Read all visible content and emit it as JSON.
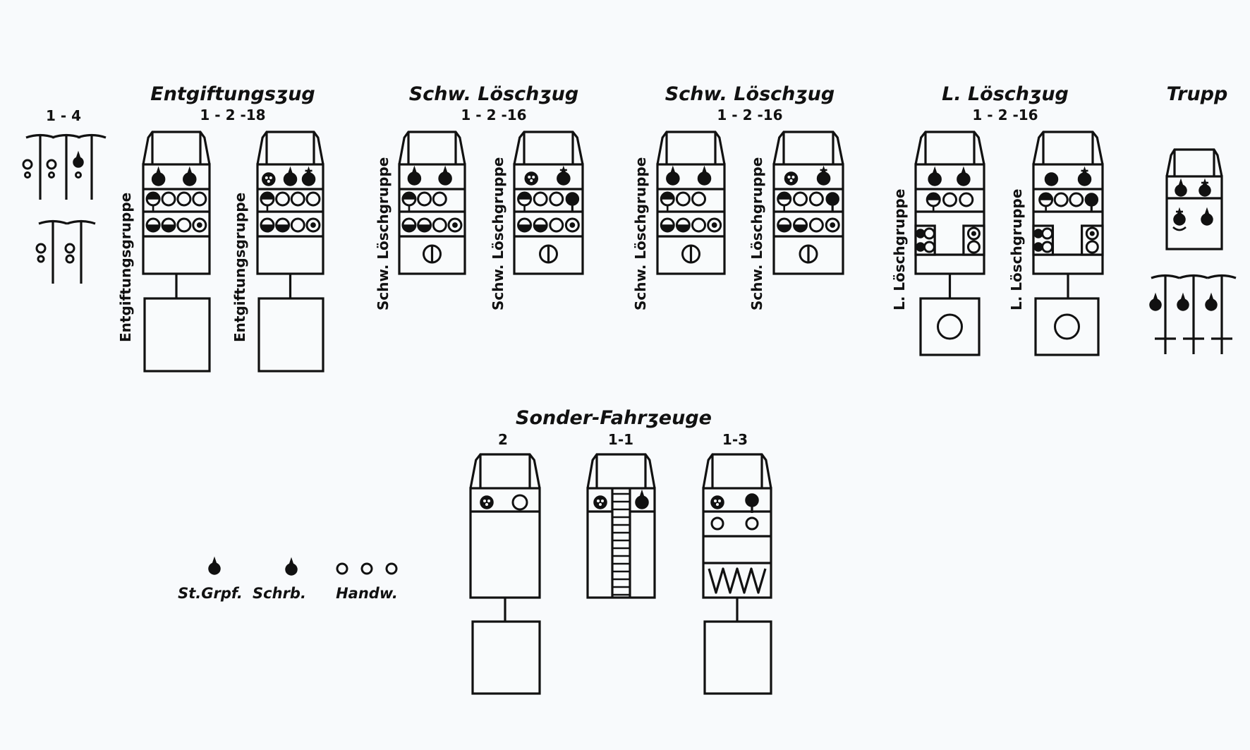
{
  "diagram": {
    "groups": [
      {
        "id": "entgiftungszug",
        "title": "Entgiftungsʒug",
        "strength": "1 - 2 -18",
        "vehicle_label": "Entgiftungsgruppe"
      },
      {
        "id": "schw-loeschzug-1",
        "title": "Schw. Löschʒug",
        "strength": "1 - 2 -16",
        "vehicle_label": "Schw. Löschgruppe"
      },
      {
        "id": "schw-loeschzug-2",
        "title": "Schw. Löschʒug",
        "strength": "1 - 2 -16",
        "vehicle_label": "Schw. Löschgruppe"
      },
      {
        "id": "l-loeschzug",
        "title": "L. Löschʒug",
        "strength": "1 - 2 -16",
        "vehicle_label": "L. Löschgruppe"
      },
      {
        "id": "trupp",
        "title": "Trupp"
      }
    ],
    "foot_troop": {
      "strength": "1 - 4"
    },
    "special_vehicles": {
      "title": "Sonder-Fahrʒeuge",
      "items": [
        {
          "label": "2",
          "type": "vehicle-with-trailer"
        },
        {
          "label": "1-1",
          "type": "ladder-vehicle"
        },
        {
          "label": "1-3",
          "type": "vehicle-with-trailer-and-spring"
        }
      ]
    },
    "legend": [
      {
        "symbol": "filled-marker-with-stem",
        "label": "St.Grpf."
      },
      {
        "symbol": "filled-marker",
        "label": "Schrb."
      },
      {
        "symbol": "three-open-circles",
        "label": "Handw."
      }
    ]
  }
}
